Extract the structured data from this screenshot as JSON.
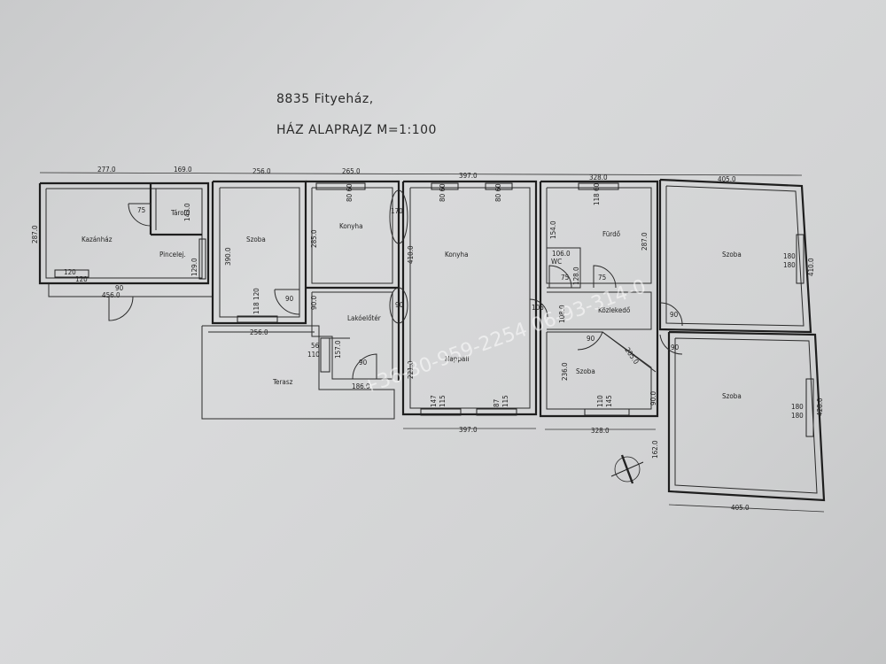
{
  "title": {
    "line1": "8835 Fityeház,",
    "line2": "HÁZ ALAPRAJZ M=1:100"
  },
  "rooms": {
    "kazanhaz": "Kazánház",
    "tarolo": "Tároló",
    "pincelej": "Pincelej.",
    "szoba1": "Szoba",
    "konyha1": "Konyha",
    "konyha2": "Konyha",
    "lakoelotér": "Lakóelőtér",
    "terasz": "Terasz",
    "nappali": "Nappali",
    "furdo": "Fürdő",
    "wc": "WC",
    "kozlekedo": "Közlekedő",
    "szoba2": "Szoba",
    "szoba3": "Szoba",
    "szoba4": "Szoba"
  },
  "dimensions": {
    "d_277": "277.0",
    "d_169": "169.0",
    "d_256a": "256.0",
    "d_265": "265.0",
    "d_397a": "397.0",
    "d_328a": "328.0",
    "d_405a": "405.0",
    "d_287a": "287.0",
    "d_143": "143.0",
    "d_129": "129.0",
    "d_456": "456.0",
    "d_390": "390.0",
    "d_285": "285.0",
    "d_410": "410.0",
    "d_256b": "256.0",
    "d_90_01": "90.0",
    "d_157": "157.0",
    "d_186": "186.0",
    "d_221": "221.0",
    "d_397b": "397.0",
    "d_154": "154.0",
    "d_287b": "287.0",
    "d_106": "106.0",
    "d_128": "128.0",
    "d_108": "108.0",
    "d_236": "236.0",
    "d_205": "205.0",
    "d_90_0b": "90.0",
    "d_328b": "328.0",
    "d_162": "162.0",
    "d_405b": "405.0",
    "d_410b": "410.0",
    "d_428": "428.0"
  },
  "openings": {
    "w_120a": "120",
    "w_120b": "120",
    "door_90a": "90",
    "door_75a": "75",
    "door_90b": "90",
    "w_118_120": "118\n120",
    "w_80_60a": "80\n60",
    "door_170": "170",
    "door_90c": "90",
    "door_90d": "90",
    "w_56_110a": "56",
    "w_56_110b": "110",
    "w_80_60b": "80\n60",
    "w_80_60c": "80\n60",
    "w_147": "147",
    "w_115a": "115",
    "w_87": "87",
    "w_115b": "115",
    "w_118_60": "118\n60",
    "door_75b": "75",
    "door_75c": "75",
    "door_106": "106",
    "door_90e": "90",
    "w_110": "110",
    "w_145": "145",
    "door_90f": "90",
    "door_90g": "90",
    "w_180a": "180",
    "w_180b": "180",
    "w_180c": "180",
    "w_180d": "180"
  },
  "watermark": "+36-30-959-2254  06-93-314-0"
}
